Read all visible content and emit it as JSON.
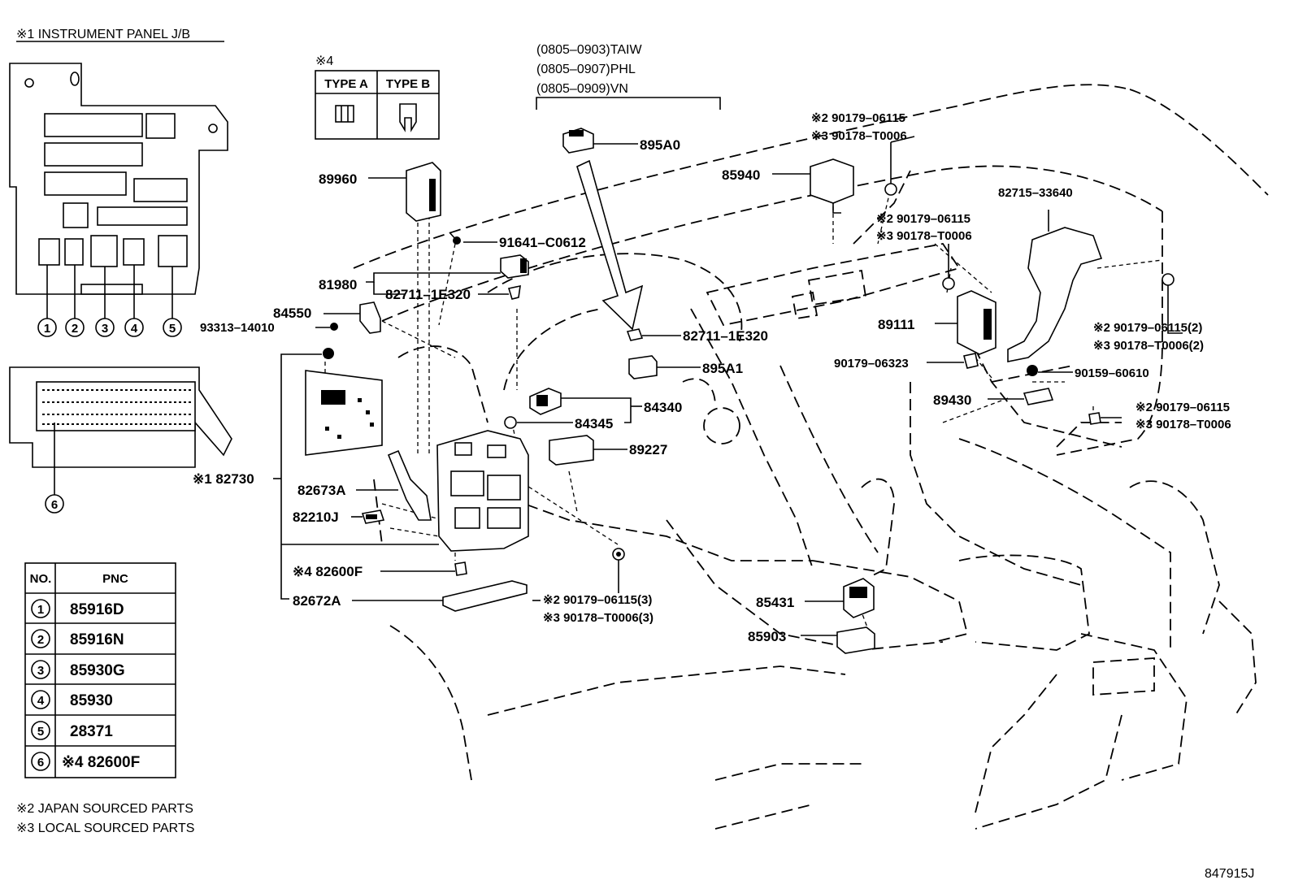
{
  "header": {
    "title": "※1 INSTRUMENT PANEL J/B"
  },
  "type_box": {
    "marker": "※4",
    "type_a": "TYPE A",
    "type_b": "TYPE B"
  },
  "region_notes": [
    "(0805–0903)TAIW",
    "(0805–0907)PHL",
    "(0805–0909)VN"
  ],
  "jb_callouts": [
    "1",
    "2",
    "3",
    "4",
    "5",
    "6"
  ],
  "pnc_table": {
    "headers": [
      "NO.",
      "PNC"
    ],
    "rows": [
      {
        "no": "1",
        "pnc": "85916D"
      },
      {
        "no": "2",
        "pnc": "85916N"
      },
      {
        "no": "3",
        "pnc": "85930G"
      },
      {
        "no": "4",
        "pnc": "85930"
      },
      {
        "no": "5",
        "pnc": "28371"
      },
      {
        "no": "6",
        "pnc": "※4 82600F"
      }
    ]
  },
  "footnotes": [
    "※2 JAPAN SOURCED PARTS",
    "※3 LOCAL SOURCED PARTS"
  ],
  "labels": {
    "p895A0": "895A0",
    "p89960": "89960",
    "p91641": "91641–C0612",
    "p81980": "81980",
    "p82711a": "82711–1E320",
    "p84550": "84550",
    "p93313": "93313–14010",
    "p82711b": "82711–1E320",
    "p895A1": "895A1",
    "p84340": "84340",
    "p84345": "84345",
    "p89227": "89227",
    "p82730": "※1 82730",
    "p82673A": "82673A",
    "p82210J": "82210J",
    "p82600F": "※4 82600F",
    "p82672A": "82672A",
    "p90179_3": "※2 90179–06115(3)",
    "p90178_3": "※3 90178–T0006(3)",
    "p85940": "85940",
    "p90179_a": "※2 90179–06115",
    "p90178_a": "※3 90178–T0006",
    "p82715": "82715–33640",
    "p90179_b": "※2 90179–06115",
    "p90178_b": "※3 90178–T0006",
    "p89111": "89111",
    "p90179_2": "※2 90179–06115(2)",
    "p90178_2": "※3 90178–T0006(2)",
    "p90179_06323": "90179–06323",
    "p90159": "90159–60610",
    "p89430": "89430",
    "p90179_c": "※2 90179–06115",
    "p90178_c": "※3 90178–T0006",
    "p85431": "85431",
    "p85903": "85903"
  },
  "diagram_id": "847915J"
}
